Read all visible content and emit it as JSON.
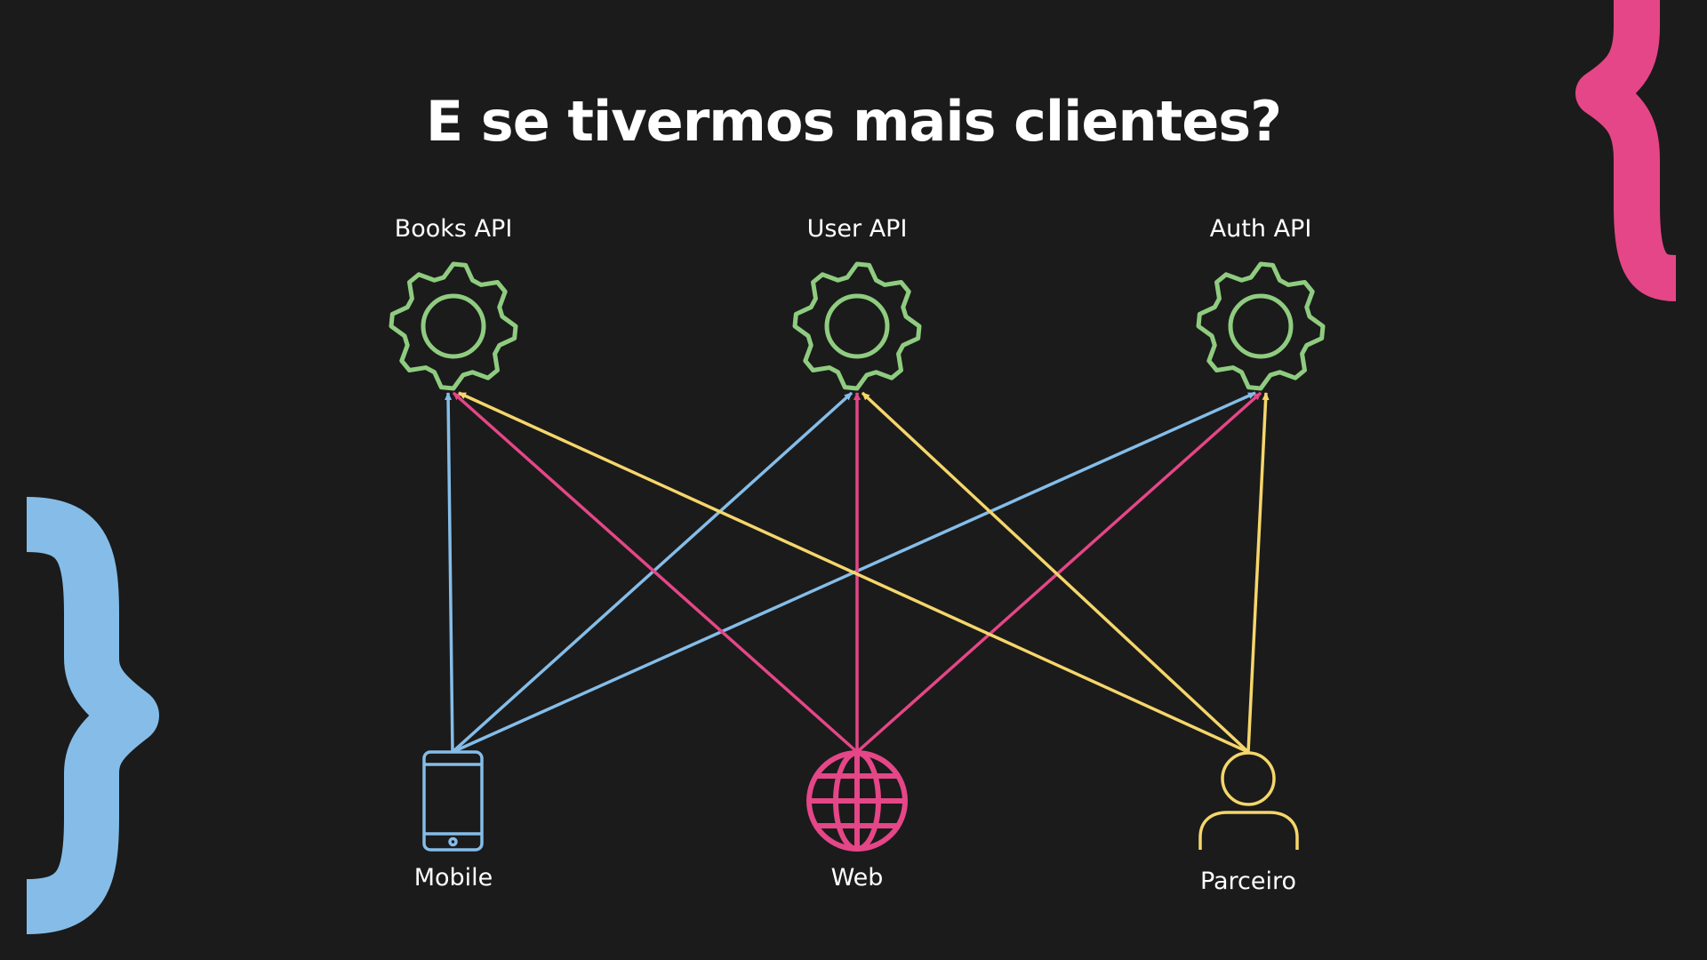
{
  "slide": {
    "title": "E se tivermos mais clientes?"
  },
  "apis": [
    {
      "id": "books",
      "label": "Books API",
      "icon": "gear-icon"
    },
    {
      "id": "user",
      "label": "User API",
      "icon": "gear-icon"
    },
    {
      "id": "auth",
      "label": "Auth API",
      "icon": "gear-icon"
    }
  ],
  "clients": [
    {
      "id": "mobile",
      "label": "Mobile",
      "icon": "smartphone-icon",
      "color": "#85bde8"
    },
    {
      "id": "web",
      "label": "Web",
      "icon": "globe-icon",
      "color": "#e54687"
    },
    {
      "id": "parceiro",
      "label": "Parceiro",
      "icon": "person-icon",
      "color": "#f5d66b"
    }
  ],
  "connections": [
    {
      "from": "mobile",
      "to": "books"
    },
    {
      "from": "mobile",
      "to": "user"
    },
    {
      "from": "mobile",
      "to": "auth"
    },
    {
      "from": "web",
      "to": "books"
    },
    {
      "from": "web",
      "to": "user"
    },
    {
      "from": "web",
      "to": "auth"
    },
    {
      "from": "parceiro",
      "to": "books"
    },
    {
      "from": "parceiro",
      "to": "user"
    },
    {
      "from": "parceiro",
      "to": "auth"
    }
  ],
  "colors": {
    "background": "#1b1b1b",
    "gear": "#8fcc80",
    "accent_pink": "#e54687",
    "accent_blue": "#85bde8",
    "accent_yellow": "#f5d66b"
  }
}
